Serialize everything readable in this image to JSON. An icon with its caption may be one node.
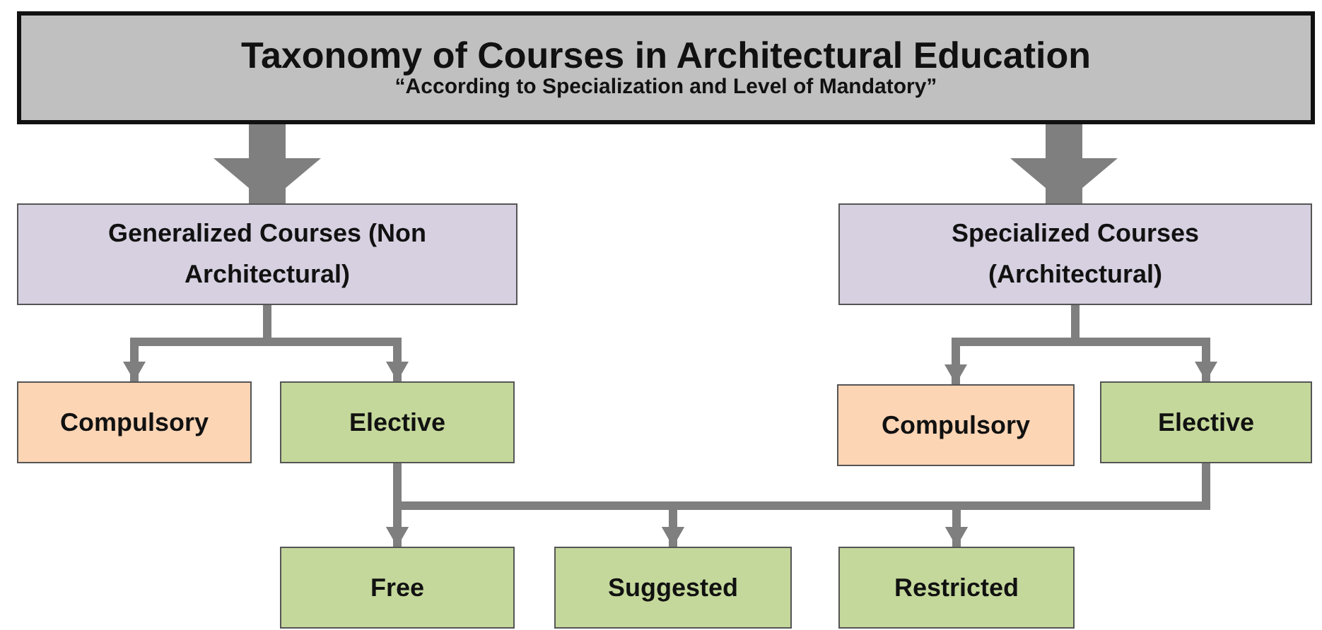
{
  "diagram": {
    "nodes": [
      {
        "text": [
          "Taxonomy of Courses in Architectural Education",
          "“According to Specialization and Level of Mandatory”"
        ]
      },
      {
        "text": [
          "Generalized Courses (Non Architectural)"
        ]
      },
      {
        "text": [
          "Specialized Courses (Architectural)"
        ]
      },
      {
        "text": [
          "Compulsory"
        ]
      },
      {
        "text": [
          "Elective"
        ]
      },
      {
        "text": [
          "Compulsory"
        ]
      },
      {
        "text": [
          "Elective"
        ]
      },
      {
        "text": [
          "Free"
        ]
      },
      {
        "text": [
          "Suggested"
        ]
      },
      {
        "text": [
          "Restricted"
        ]
      }
    ],
    "edges": [
      {
        "from": 0,
        "to": 1,
        "arrow": "to",
        "style": "thick"
      },
      {
        "from": 0,
        "to": 2,
        "arrow": "to",
        "style": "thick"
      },
      {
        "from": 1,
        "to": 3,
        "arrow": "to"
      },
      {
        "from": 1,
        "to": 4,
        "arrow": "to"
      },
      {
        "from": 2,
        "to": 5,
        "arrow": "to"
      },
      {
        "from": 2,
        "to": 6,
        "arrow": "to"
      },
      {
        "from": 4,
        "to": 7,
        "arrow": "to"
      },
      {
        "from": 4,
        "to": 8,
        "arrow": "to"
      },
      {
        "from": 4,
        "to": 9,
        "arrow": "to"
      },
      {
        "from": 6,
        "to": 7,
        "arrow": "to"
      },
      {
        "from": 6,
        "to": 8,
        "arrow": "to"
      },
      {
        "from": 6,
        "to": 9,
        "arrow": "to"
      }
    ]
  }
}
